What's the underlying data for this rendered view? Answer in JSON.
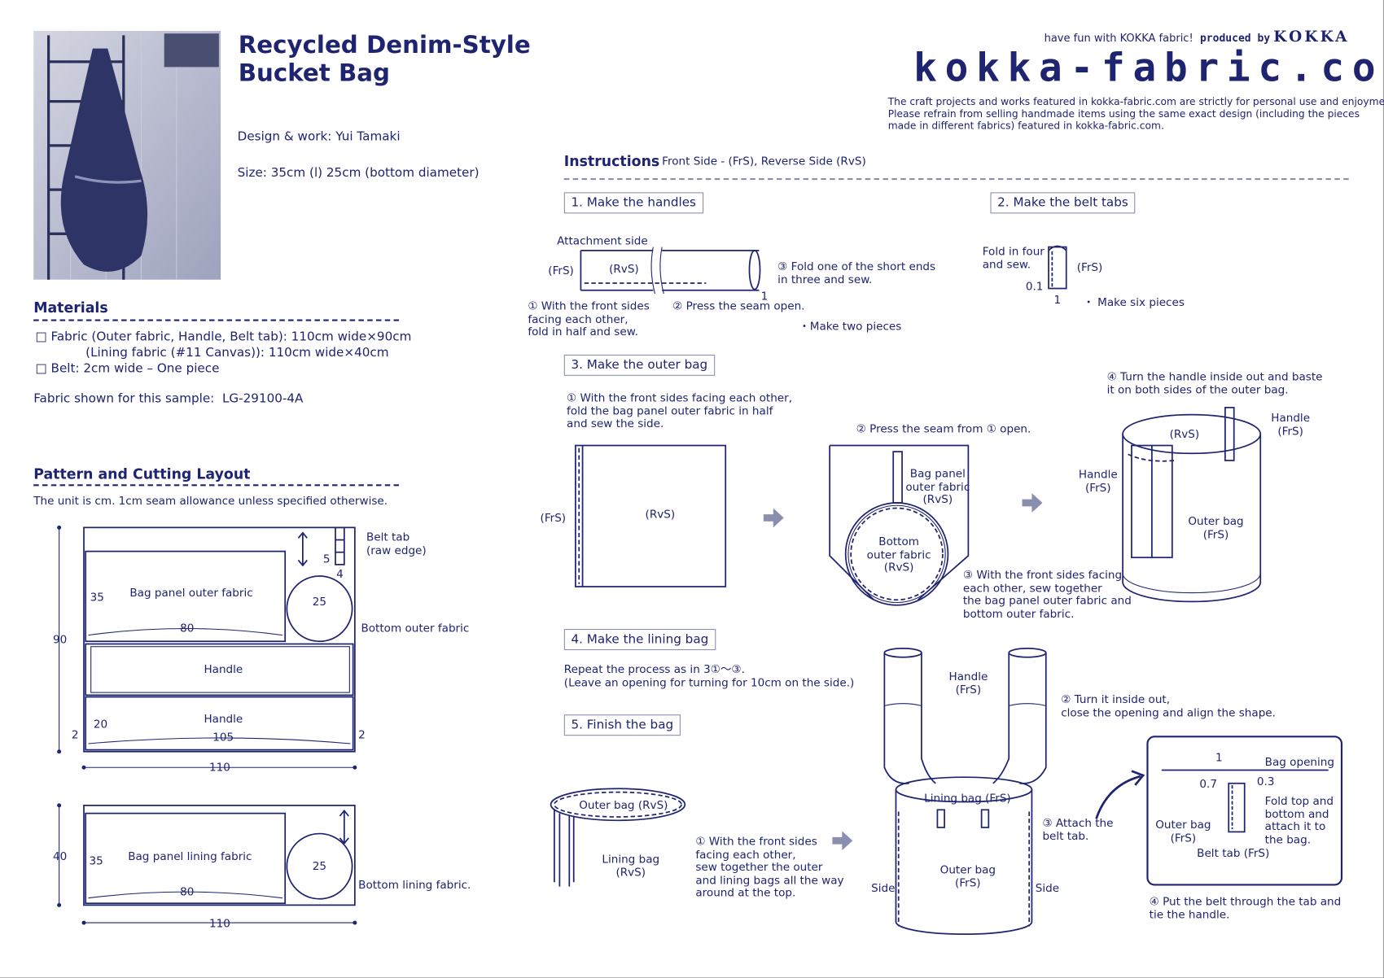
{
  "header": {
    "title_line1": "Recycled Denim-Style",
    "title_line2": "Bucket Bag",
    "design": "Design & work: Yui Tamaki",
    "size": "Size: 35cm (l) 25cm (bottom diameter)"
  },
  "brand": {
    "tagline": "have fun with KOKKA fabric!",
    "produced_by": "produced by",
    "company": "KOKKA",
    "site": "kokka-fabric.com",
    "disclaimer": "The craft projects and works featured in kokka-fabric.com are strictly for personal use and enjoyment.\nPlease refrain from selling handmade items using the same exact design (including the pieces\nmade in different fabrics) featured in kokka-fabric.com."
  },
  "materials": {
    "heading": "Materials",
    "items": [
      "□ Fabric (Outer fabric, Handle, Belt tab): 110cm wide×90cm",
      "(Lining fabric (#11 Canvas)): 110cm wide×40cm",
      "□ Belt: 2cm wide – One piece"
    ],
    "sample": "Fabric shown for this sample:  LG-29100-4A"
  },
  "pattern": {
    "heading": "Pattern and Cutting Layout",
    "note": "The unit is cm. 1cm seam allowance unless specified otherwise.",
    "labels": {
      "belt_tab": "Belt tab\n(raw edge)",
      "five": "5",
      "four": "4",
      "panel_h": "35",
      "panel_outer": "Bag panel outer fabric",
      "diam": "25",
      "panel_w": "80",
      "bottom_outer": "Bottom outer fabric",
      "total_h": "90",
      "handle1": "Handle",
      "handle2": "Handle",
      "handle_h": "20",
      "handle_w": "105",
      "margin_l": "2",
      "margin_r": "2",
      "total_w": "110",
      "panel_h2": "35",
      "panel_lining": "Bag panel lining fabric",
      "diam2": "25",
      "panel_w2": "80",
      "bottom_lining": "Bottom lining fabric.",
      "total_h2": "40",
      "total_w2": "110"
    }
  },
  "instructions": {
    "heading": "Instructions",
    "legend": "Front Side - (FrS), Reverse Side (RvS)",
    "steps": [
      {
        "label": "1. Make the handles"
      },
      {
        "label": "2. Make the belt tabs"
      },
      {
        "label": "3. Make the outer bag"
      },
      {
        "label": "4. Make the lining bag"
      },
      {
        "label": "5. Finish the bag"
      }
    ],
    "s1": {
      "attach": "Attachment side",
      "frs": "(FrS)",
      "rvs": "(RvS)",
      "fold": "③ Fold one of the short ends\nin three and sew.",
      "one": "1",
      "sew": "① With the front sides\nfacing each other,\nfold in half and sew.",
      "press": "② Press the seam open.",
      "count": "・Make two pieces"
    },
    "s2": {
      "fold": "Fold in four\nand sew.",
      "frs": "(FrS)",
      "pt1": "0.1",
      "one": "1",
      "count": "・ Make six pieces"
    },
    "s3": {
      "step1": "① With the front sides facing each other,\nfold the bag panel outer fabric in half\nand sew the side.",
      "frs": "(FrS)",
      "rvs": "(RvS)",
      "step2": "② Press the seam from ① open.",
      "panel": "Bag panel\nouter fabric\n(RvS)",
      "bottom": "Bottom\nouter fabric\n(RvS)",
      "step3": "③ With the front sides facing\neach other, sew together\nthe bag panel outer fabric and\nbottom outer fabric.",
      "step4": "④ Turn the handle inside out and baste\nit on both sides of the outer bag.",
      "handle_r": "Handle\n(FrS)",
      "rvs2": "(RvS)",
      "handle_l": "Handle\n(FrS)",
      "outer": "Outer bag\n(FrS)"
    },
    "s4": {
      "text": "Repeat the process as in 3①～③.\n(Leave an opening for turning for 10cm on the side.)"
    },
    "s5": {
      "outer_rvs": "Outer bag (RvS)",
      "lining_rvs": "Lining bag\n(RvS)",
      "step1": "① With the front sides\nfacing each other,\nsew together the outer\nand lining bags all the way\naround at the top.",
      "handle": "Handle\n(FrS)",
      "step2": "② Turn it inside out,\nclose the opening and align the shape.",
      "lining_frs": "Lining bag (FrS)",
      "step3": "③ Attach the\nbelt tab.",
      "outer_frs": "Outer bag\n(FrS)",
      "side_l": "Side",
      "side_r": "Side",
      "one": "1",
      "opening": "Bag opening",
      "pt7": "0.7",
      "pt3": "0.3",
      "fold": "Fold top and\nbottom and\nattach it to\nthe bag.",
      "outer_bag": "Outer bag\n(FrS)",
      "belt_tab": "Belt tab (FrS)",
      "step4": "④ Put the belt through the tab and\ntie the handle."
    }
  },
  "colors": {
    "ink": "#1f2470",
    "arrow": "#8a8fb0"
  }
}
